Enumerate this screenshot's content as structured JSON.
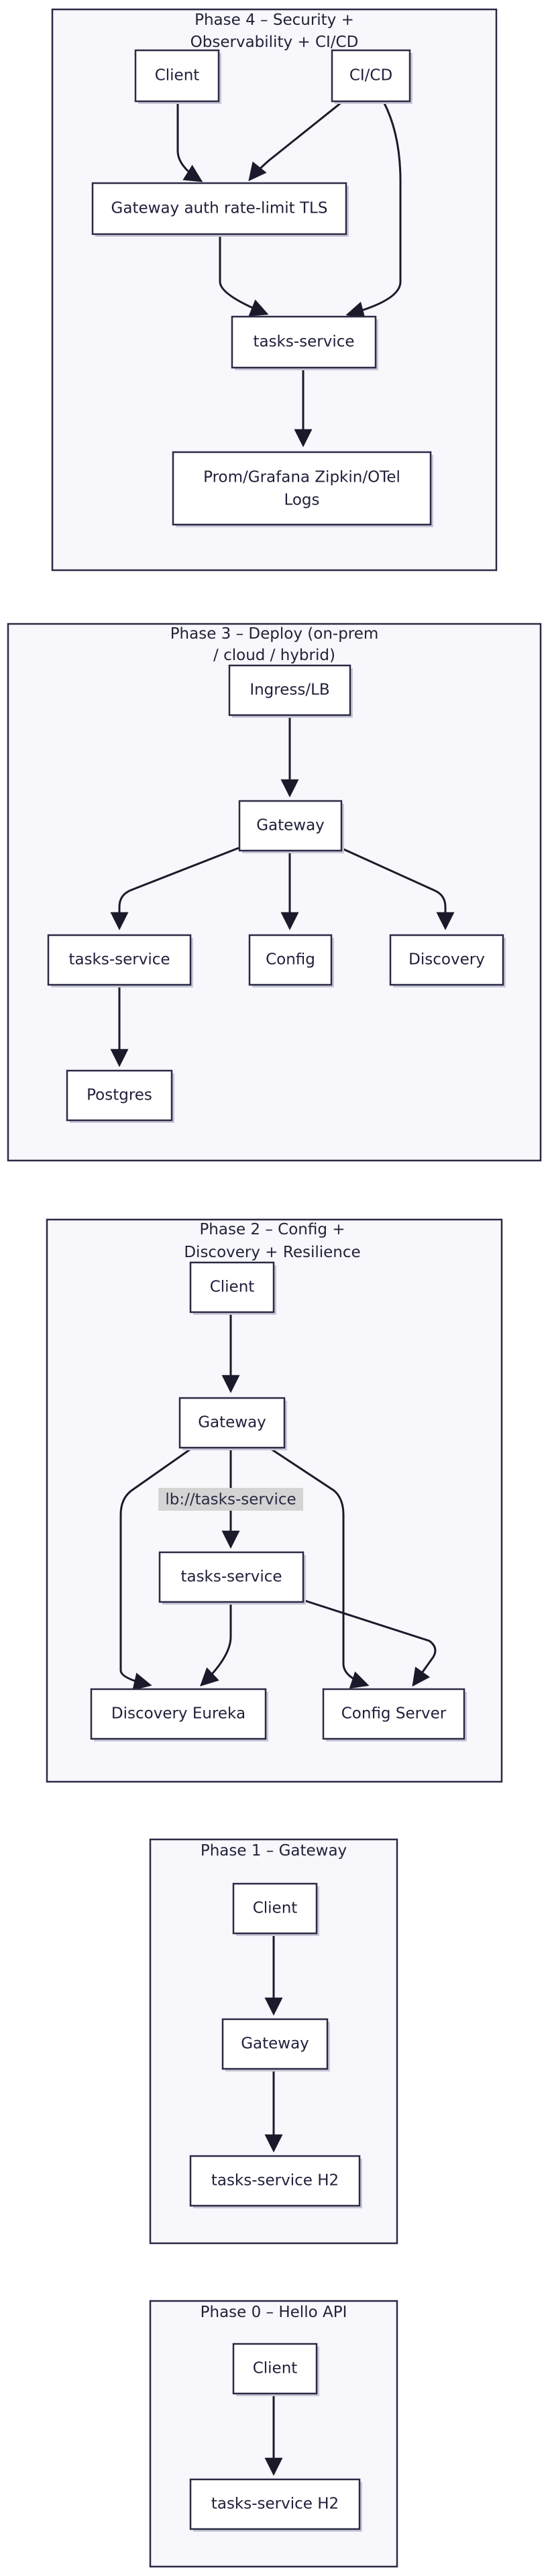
{
  "phases": {
    "phase4": {
      "title_line1": "Phase 4 – Security +",
      "title_line2": "Observability + CI/CD",
      "nodes": {
        "client": "Client",
        "cicd": "CI/CD",
        "gateway": "Gateway auth rate-limit TLS",
        "tasks": "tasks-service",
        "obs_line1": "Prom/Grafana Zipkin/OTel",
        "obs_line2": "Logs"
      }
    },
    "phase3": {
      "title_line1": "Phase 3 – Deploy (on-prem",
      "title_line2": "/ cloud / hybrid)",
      "nodes": {
        "ingress": "Ingress/LB",
        "gateway": "Gateway",
        "tasks": "tasks-service",
        "config": "Config",
        "discovery": "Discovery",
        "postgres": "Postgres"
      }
    },
    "phase2": {
      "title_line1": "Phase 2 – Config +",
      "title_line2": "Discovery + Resilience",
      "nodes": {
        "client": "Client",
        "gateway": "Gateway",
        "tasks": "tasks-service",
        "eureka": "Discovery Eureka",
        "config_server": "Config Server"
      },
      "edge_label": "lb://tasks-service"
    },
    "phase1": {
      "title": "Phase 1 – Gateway",
      "nodes": {
        "client": "Client",
        "gateway": "Gateway",
        "tasks": "tasks-service H2"
      }
    },
    "phase0": {
      "title": "Phase 0 – Hello API",
      "nodes": {
        "client": "Client",
        "tasks": "tasks-service H2"
      }
    }
  }
}
